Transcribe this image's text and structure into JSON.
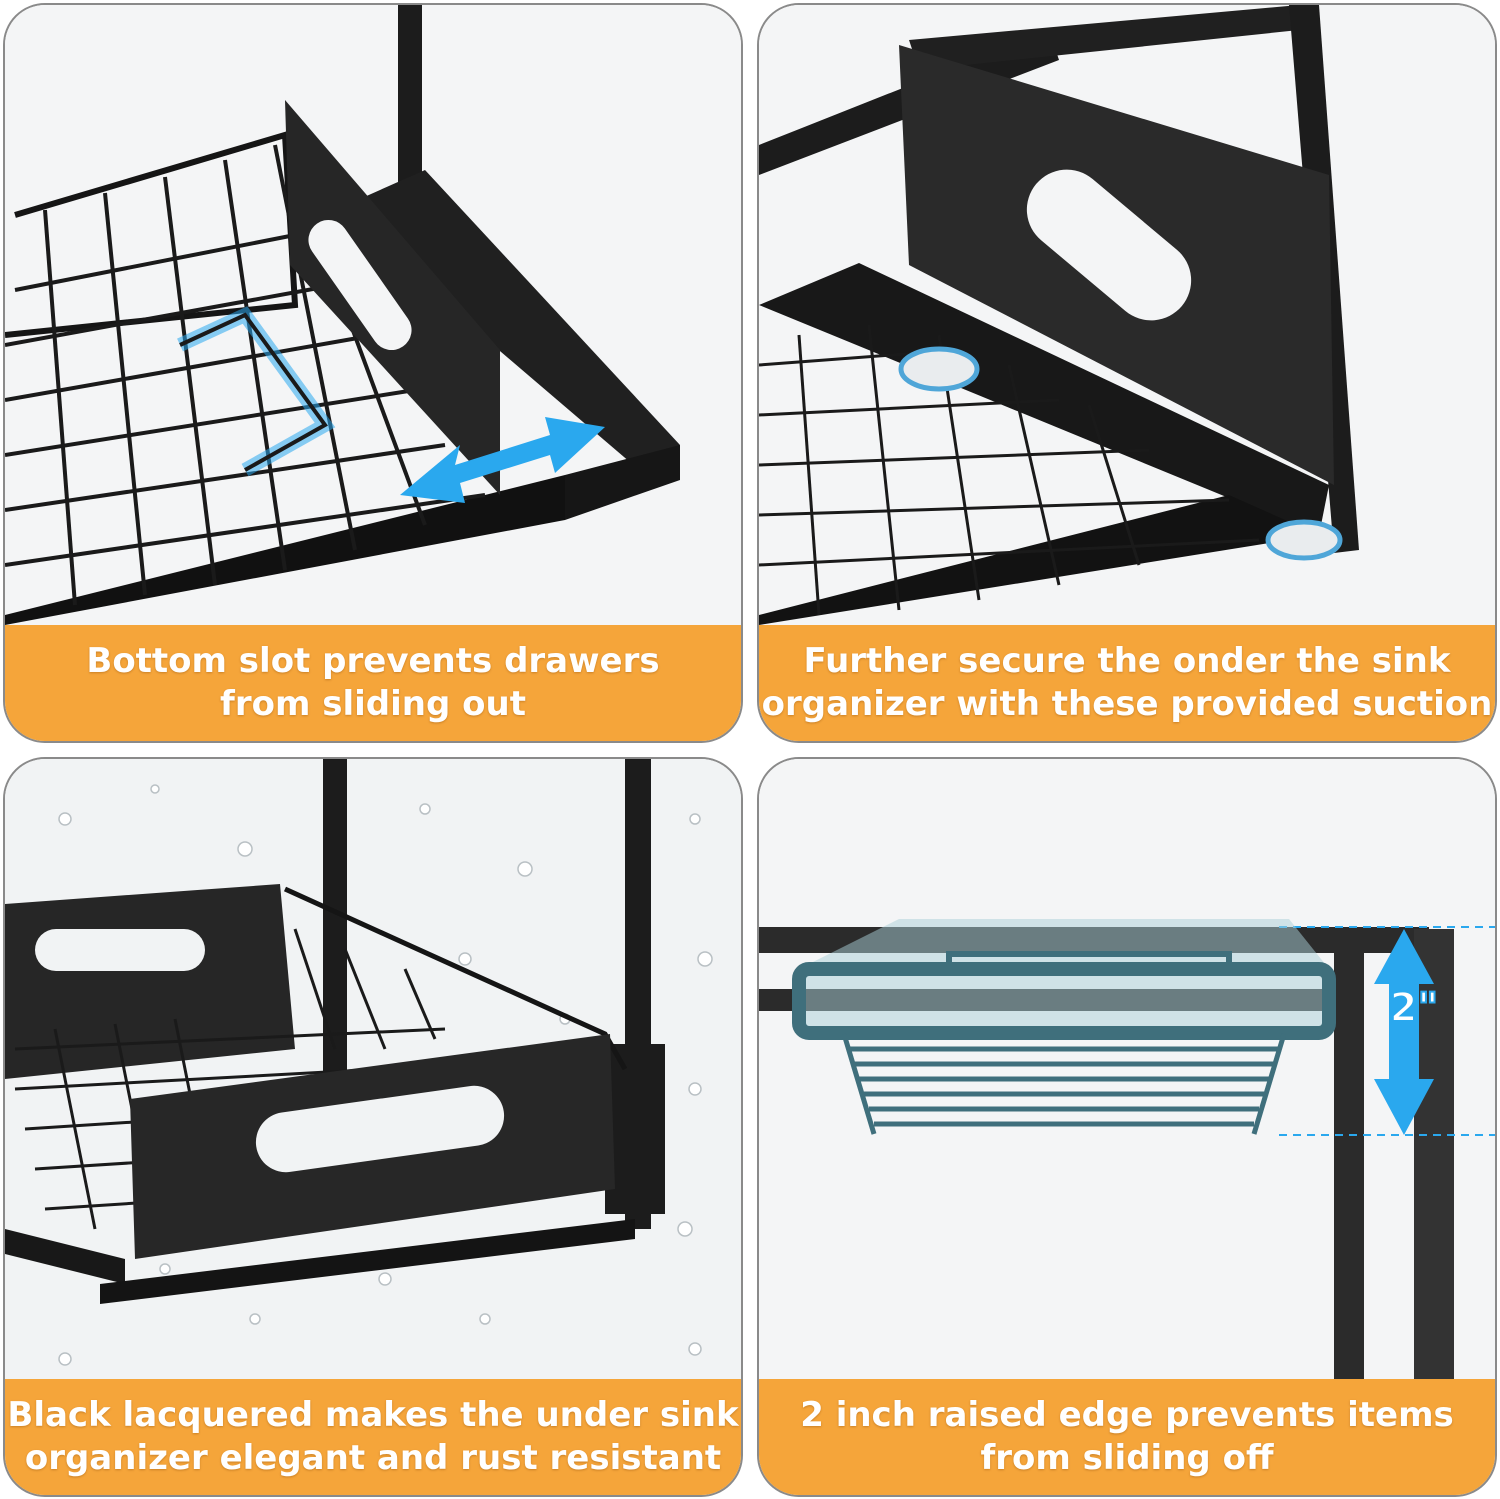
{
  "panels": [
    {
      "caption": {
        "line1": "Bottom slot prevents drawers",
        "line2": "from sliding out"
      }
    },
    {
      "caption": {
        "line1": "Further secure the onder the sink",
        "line2": "organizer with these provided suction"
      }
    },
    {
      "caption": {
        "line1": "Black lacquered makes the under sink",
        "line2": "organizer elegant and rust resistant"
      }
    },
    {
      "caption": {
        "line1": "2 inch raised edge prevents items",
        "line2": "from sliding off"
      },
      "dimension_label": "2\""
    }
  ],
  "colors": {
    "caption_bg": "#f5a53a",
    "frame": "#1c1c1c",
    "highlight_blue": "#2aa8ee",
    "basket_teal": "#3f6f7c"
  },
  "icons": [
    "double-arrow-icon",
    "vertical-arrow-icon",
    "suction-cup-icon"
  ]
}
